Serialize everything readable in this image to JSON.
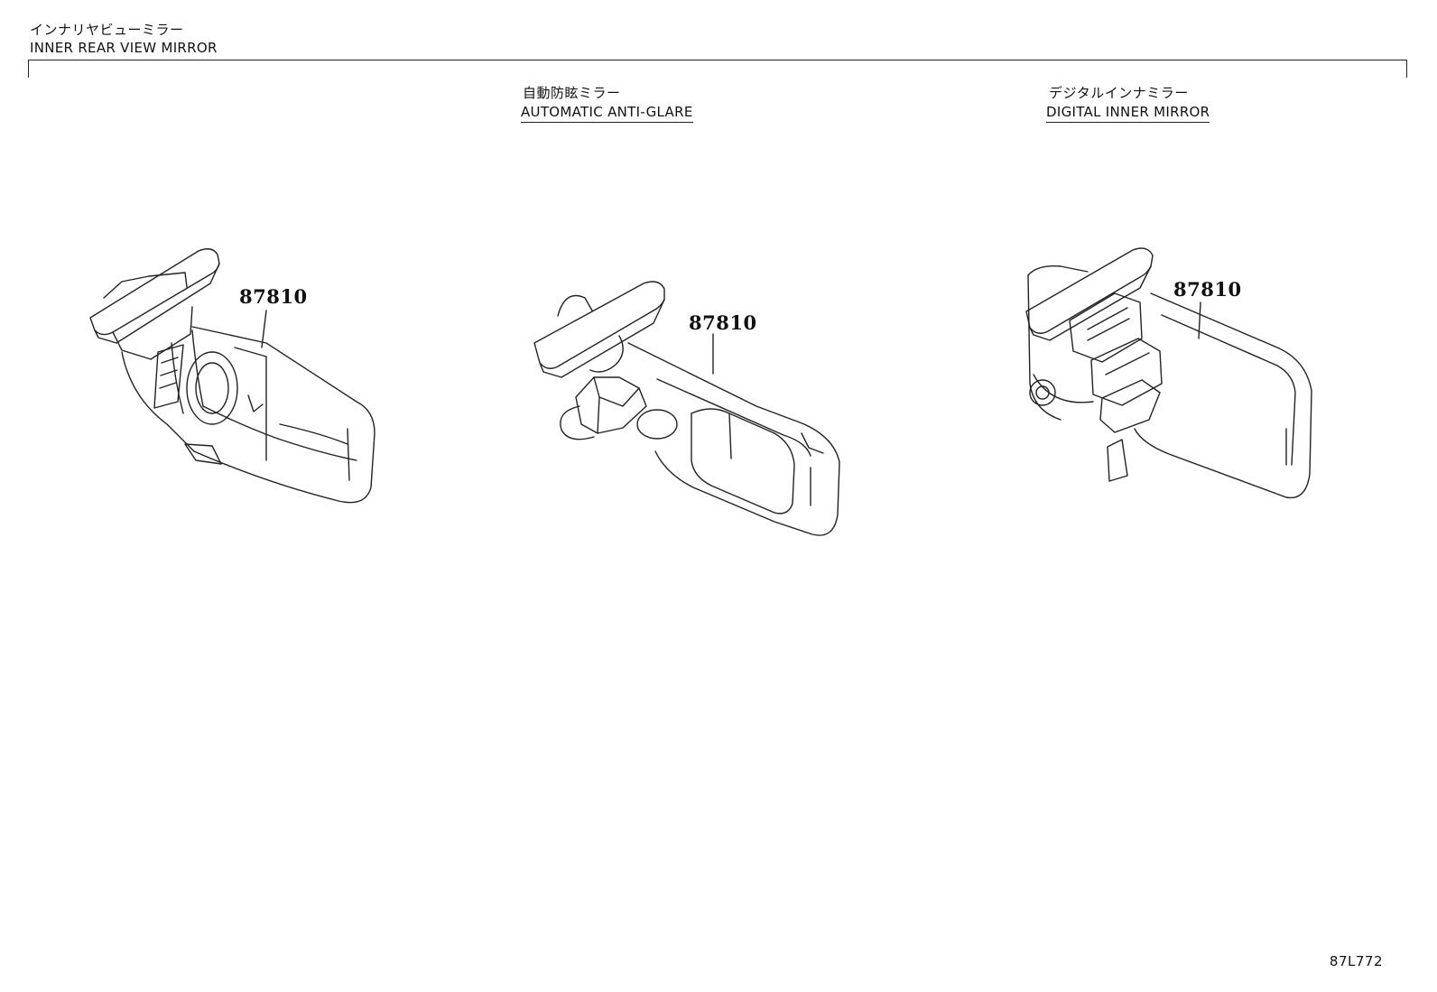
{
  "header": {
    "title_jp": "インナリヤビューミラー",
    "title_en": "INNER REAR VIEW MIRROR"
  },
  "sections": [
    {
      "title_jp": "",
      "title_en": "",
      "part_number": "87810"
    },
    {
      "title_jp": "自動防眩ミラー",
      "title_en": "AUTOMATIC ANTI-GLARE",
      "part_number": "87810"
    },
    {
      "title_jp": "デジタルインナミラー",
      "title_en": "DIGITAL INNER MIRROR",
      "part_number": "87810"
    }
  ],
  "diagram_id": "87L772"
}
